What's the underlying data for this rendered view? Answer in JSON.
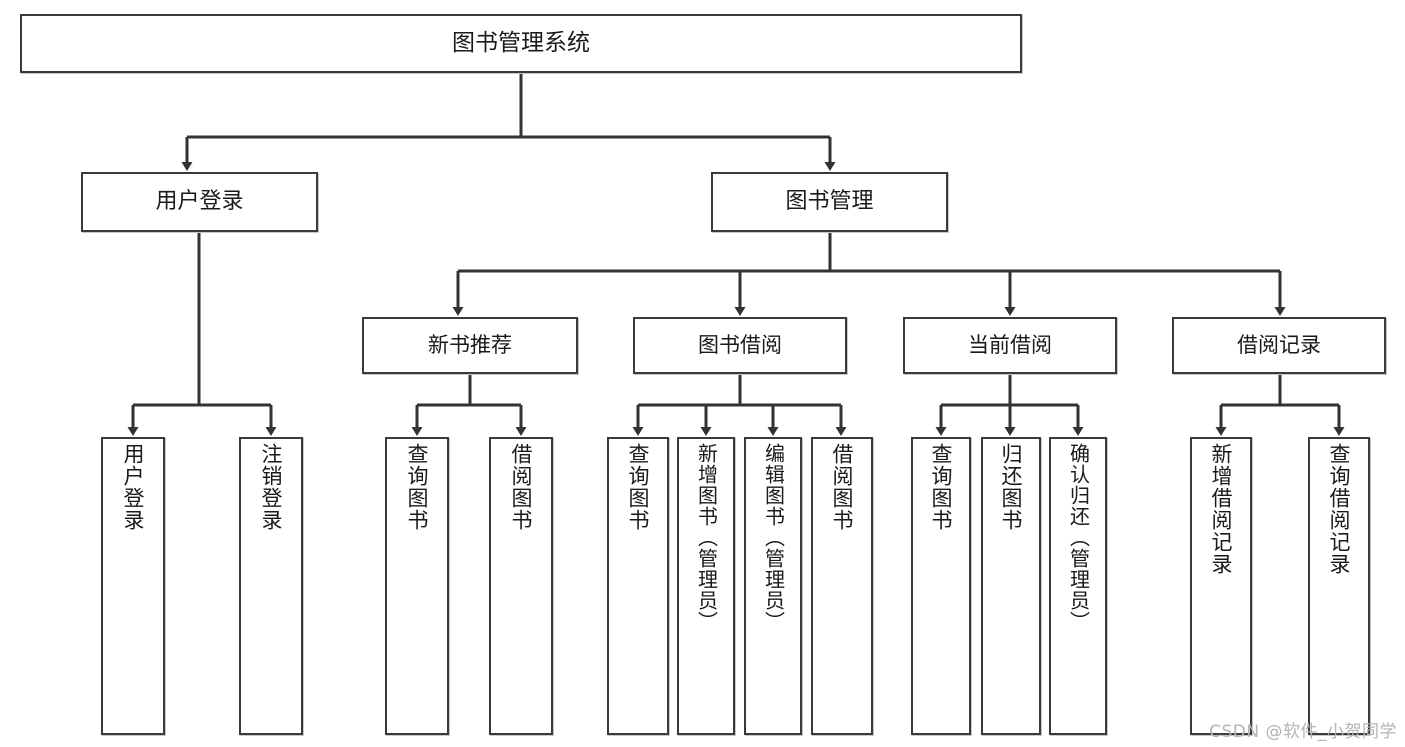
{
  "diagram": {
    "title": "图书管理系统",
    "watermark": "CSDN @软件_小贺同学",
    "colors": {
      "box_border": "#3a3a3a",
      "box_fill": "#ffffff",
      "edge": "#333333",
      "text": "#1a1a1a",
      "watermark": "#b4b4b4",
      "background": "#ffffff"
    },
    "root": {
      "label": "图书管理系统"
    },
    "level2": [
      {
        "label": "用户登录"
      },
      {
        "label": "图书管理"
      }
    ],
    "level3": [
      {
        "label": "新书推荐"
      },
      {
        "label": "图书借阅"
      },
      {
        "label": "当前借阅"
      },
      {
        "label": "借阅记录"
      }
    ],
    "leaves": {
      "user_login": [
        {
          "label": "用户登录"
        },
        {
          "label": "注销登录"
        }
      ],
      "new_book": [
        {
          "label": "查询图书"
        },
        {
          "label": "借阅图书"
        }
      ],
      "book_borrow": [
        {
          "label": "查询图书"
        },
        {
          "label": "新增图书（管理员）"
        },
        {
          "label": "编辑图书（管理员）"
        },
        {
          "label": "借阅图书"
        }
      ],
      "current_borrow": [
        {
          "label": "查询图书"
        },
        {
          "label": "归还图书"
        },
        {
          "label": "确认归还（管理员）"
        }
      ],
      "borrow_record": [
        {
          "label": "新增借阅记录"
        },
        {
          "label": "查询借阅记录"
        }
      ]
    }
  }
}
